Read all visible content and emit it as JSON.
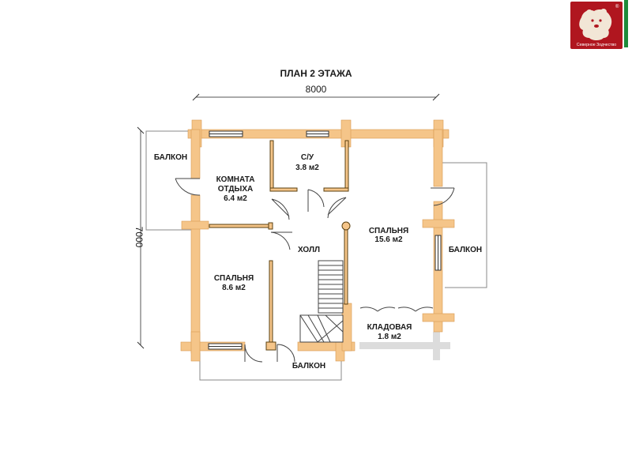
{
  "title": "ПЛАН 2 ЭТАЖА",
  "dimensions": {
    "width": "8000",
    "height": "7000"
  },
  "rooms": {
    "balcony_top_left": "БАЛКОН",
    "rest_room": {
      "name": "КОМНАТА\nОТДЫХА",
      "name_line1": "КОМНАТА",
      "name_line2": "ОТДЫХА",
      "area": "6.4 м2"
    },
    "bathroom": {
      "name": "С/У",
      "area": "3.8 м2"
    },
    "hall": "ХОЛЛ",
    "bedroom_large": {
      "name": "СПАЛЬНЯ",
      "area": "15.6 м2"
    },
    "bedroom_small": {
      "name": "СПАЛЬНЯ",
      "area": "8.6 м2"
    },
    "balcony_right": "БАЛКОН",
    "storage": {
      "name": "КЛАДОВАЯ",
      "area": "1.8 м2"
    },
    "balcony_bottom": "БАЛКОН"
  },
  "logo": {
    "caption": "Северное Зодчество",
    "mark": "®"
  },
  "colors": {
    "wall": "#f5c589",
    "wall_stroke": "#d89a52",
    "logo_bg": "#b0161f",
    "stripe": "#1e8a3a",
    "ghost_wall": "#dcdcdc"
  }
}
